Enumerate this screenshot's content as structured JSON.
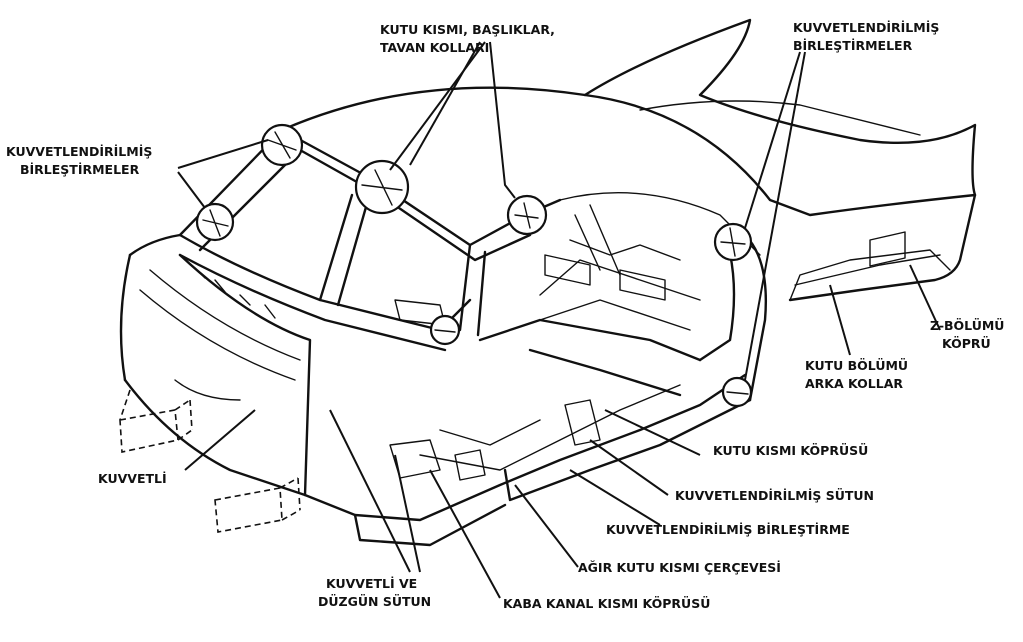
{
  "labels": {
    "top_center_1": "KUTU KISMI, BAŞLIKLAR,",
    "top_center_2": "TAVAN KOLLARI",
    "top_right_1": "KUVVETLENDİRİLMİŞ",
    "top_right_2": "BİRLEŞTİRMELER",
    "left_1": "KUVVETLENDİRİLMİŞ",
    "left_2": "BİRLEŞTİRMELER",
    "z_1": "Z-BÖLÜMÜ",
    "z_2": "KÖPRÜ",
    "rear_1": "KUTU BÖLÜMÜ",
    "rear_2": "ARKA KOLLAR",
    "strong": "KUVVETLİ",
    "box_bridge": "KUTU KISMI KÖPRÜSÜ",
    "reinf_pillar": "KUVVETLENDİRİLMİŞ SÜTUN",
    "reinf_joint": "KUVVETLENDİRİLMİŞ BİRLEŞTİRME",
    "heavy_frame": "AĞIR KUTU KISMI ÇERÇEVESİ",
    "strong_pillar_1": "KUVVETLİ VE",
    "strong_pillar_2": "DÜZGÜN SÜTUN",
    "rough_channel": "KABA KANAL KISMI KÖPRÜSÜ"
  }
}
